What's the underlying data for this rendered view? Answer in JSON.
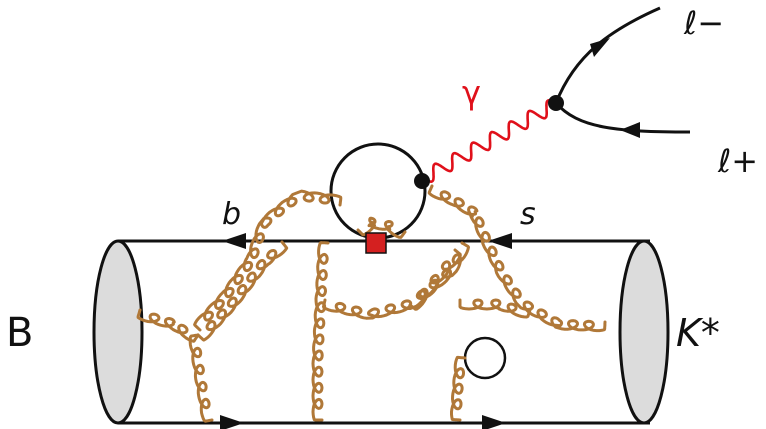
{
  "diagram": {
    "labels": {
      "B": "B",
      "K_star": "K*",
      "b_quark": "b",
      "s_quark": "s",
      "photon": "γ",
      "lepton_minus": "ℓ−",
      "lepton_plus": "ℓ+"
    },
    "colors": {
      "quark_line": "#111111",
      "gluon": "#b07838",
      "photon": "#e0101a",
      "vertex_operator": "#d42020",
      "hadron_cap": "#dcdcdc"
    }
  }
}
